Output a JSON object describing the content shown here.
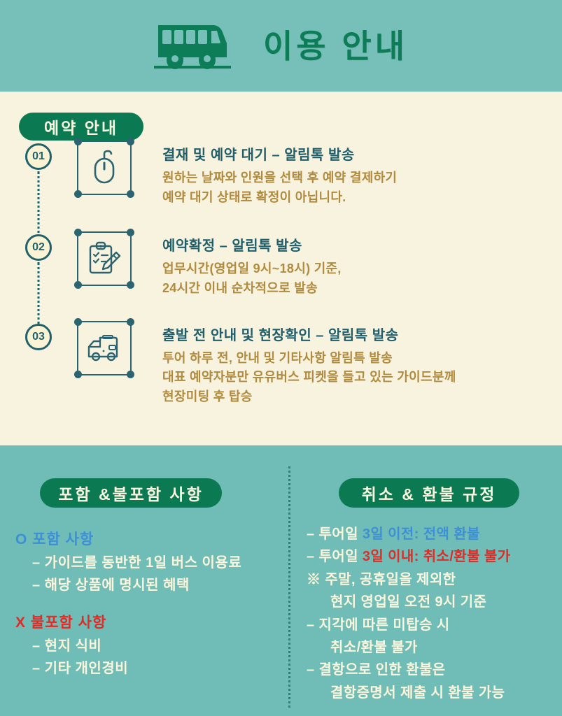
{
  "header": {
    "title": "이용 안내",
    "bus_icon": "bus-icon",
    "bg_color": "#76C0B9",
    "title_color": "#0C7D57"
  },
  "reservation_section": {
    "badge": "예약 안내",
    "badge_bg": "#0B7A52",
    "badge_text_color": "#FAF5E0",
    "steps": [
      {
        "number": "01",
        "icon": "computer-mouse-icon",
        "title": "결재 및 예약 대기 – 알림톡 발송",
        "lines": [
          "원하는 날짜와 인원을 선택 후 예약 결제하기",
          "예약 대기 상태로 확정이 아닙니다."
        ]
      },
      {
        "number": "02",
        "icon": "clipboard-checklist-pencil-icon",
        "title": "예약확정 – 알림톡 발송",
        "lines": [
          "업무시간(영업일 9시~18시) 기준,",
          "24시간 이내 순차적으로 발송"
        ]
      },
      {
        "number": "03",
        "icon": "camper-van-icon",
        "title": "출발 전 안내 및 현장확인 – 알림톡 발송",
        "lines": [
          "투어 하루 전, 안내 및 기타사항 알림특 발송",
          "대표 예약자분만 유유버스 피켓을 들고 있는 가이드분께",
          "현장미팅 후 탑승"
        ]
      }
    ],
    "title_color": "#1F5E6B",
    "body_color": "#B08A3E",
    "panel_bg": "#F8F3DF"
  },
  "inclusion_section": {
    "badge": "포함 &불포함 사항",
    "included": {
      "heading": "O 포함 사항",
      "heading_color": "#3E8FD6",
      "items": [
        "– 가이드를 동반한 1일 버스 이용료",
        "– 해당 상품에 명시된 혜택"
      ]
    },
    "excluded": {
      "heading": "X 불포함 사항",
      "heading_color": "#E02B26",
      "items": [
        "– 현지 식비",
        "– 기타 개인경비"
      ]
    }
  },
  "cancellation_section": {
    "badge": "취소 & 환불 규정",
    "lines": [
      {
        "prefix": "– 투어일 ",
        "highlight": "3일 이전: 전액 환불",
        "highlight_color": "#3E8FD6",
        "suffix": "",
        "indent": false
      },
      {
        "prefix": "– 투어일 ",
        "highlight": "3일 이내: 취소/환불 불가",
        "highlight_color": "#E02B26",
        "suffix": "",
        "indent": false
      },
      {
        "prefix": "※ 주말, 공휴일을 제외한",
        "highlight": "",
        "suffix": "",
        "indent": false
      },
      {
        "prefix": "현지 영업일 오전 9시 기준",
        "highlight": "",
        "suffix": "",
        "indent": true
      },
      {
        "prefix": "– 지각에 따른 미탑승 시",
        "highlight": "",
        "suffix": "",
        "indent": false
      },
      {
        "prefix": "취소/환불 불가",
        "highlight": "",
        "suffix": "",
        "indent": true
      },
      {
        "prefix": "– 결항으로 인한 환불은",
        "highlight": "",
        "suffix": "",
        "indent": false
      },
      {
        "prefix": "결항증명서 제출 시 환불 가능",
        "highlight": "",
        "suffix": "",
        "indent": true
      }
    ]
  },
  "theme": {
    "teal_bg": "#6FBDB6",
    "cream": "#F8F3DF",
    "green": "#0B7A52",
    "dark_teal": "#21616B"
  }
}
